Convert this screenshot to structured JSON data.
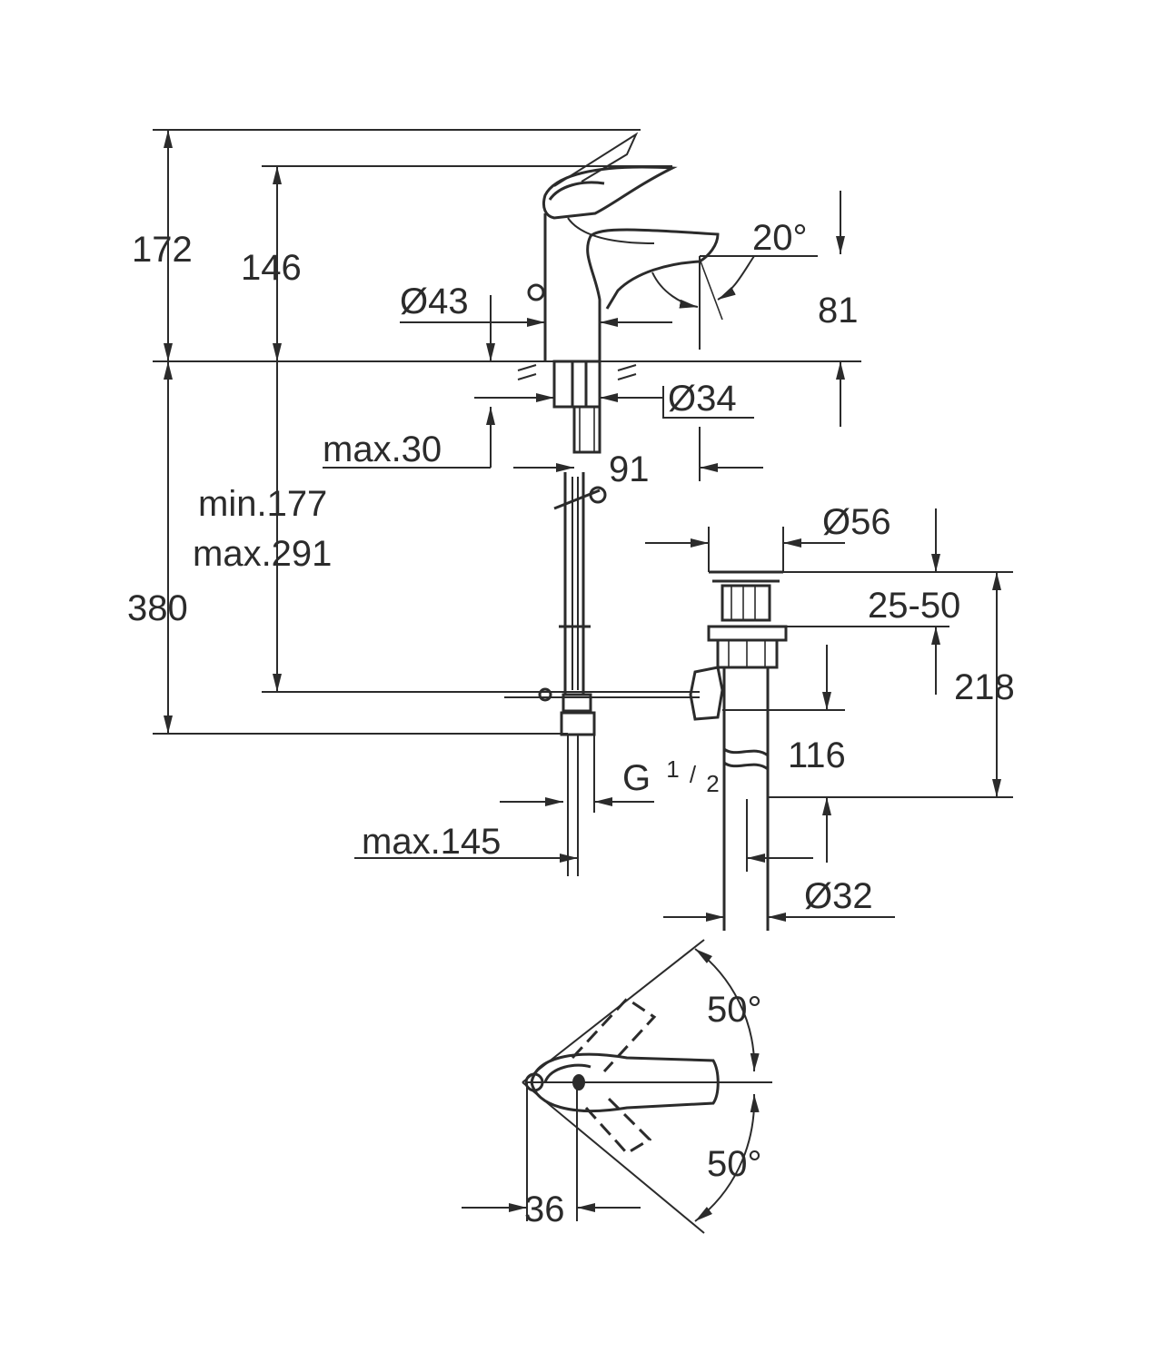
{
  "dimensions": {
    "overall_height": "172",
    "handle_height": "146",
    "body_diameter": "Ø43",
    "spout_angle": "20°",
    "spout_height": "81",
    "shank_diameter": "Ø34",
    "max_thickness": "max.30",
    "spout_reach": "91",
    "hose_min": "min.177",
    "hose_max": "max.291",
    "hose_length": "380",
    "waste_diameter": "Ø56",
    "popup_range": "25-50",
    "waste_height": "218",
    "tail_length": "116",
    "thread_main": "G",
    "thread_num": "1",
    "thread_den": "2",
    "max_reach": "max.145",
    "tail_diameter": "Ø32",
    "rotation_up": "50°",
    "rotation_down": "50°",
    "plan_offset": "36"
  },
  "colors": {
    "ink": "#2b2b2b",
    "paper": "#ffffff"
  }
}
